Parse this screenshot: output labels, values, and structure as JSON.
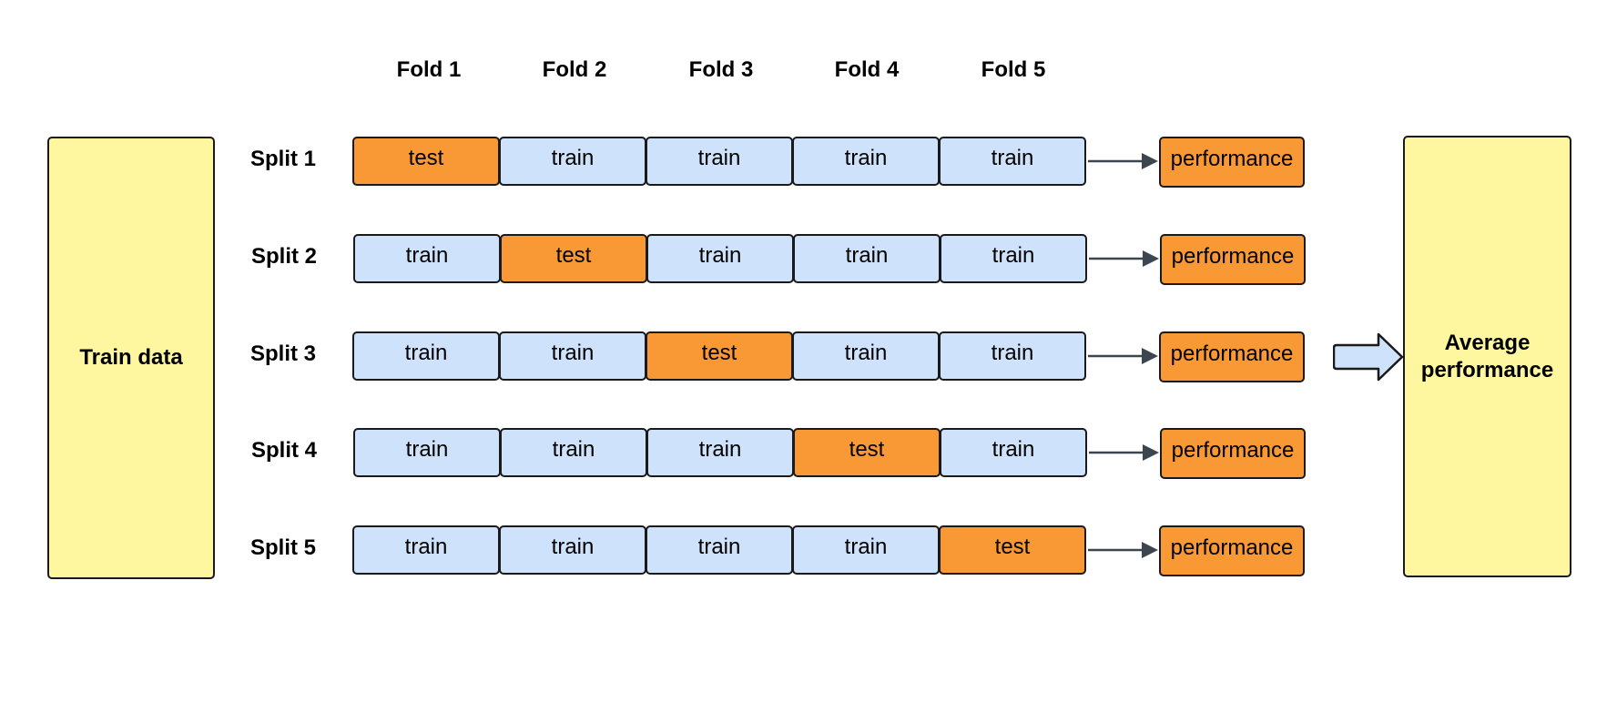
{
  "train_data_label": "Train data",
  "average_label": "Average performance",
  "folds": [
    "Fold 1",
    "Fold 2",
    "Fold 3",
    "Fold 4",
    "Fold 5"
  ],
  "splits": [
    {
      "label": "Split 1",
      "cells": [
        "test",
        "train",
        "train",
        "train",
        "train"
      ],
      "result": "performance"
    },
    {
      "label": "Split 2",
      "cells": [
        "train",
        "test",
        "train",
        "train",
        "train"
      ],
      "result": "performance"
    },
    {
      "label": "Split 3",
      "cells": [
        "train",
        "train",
        "test",
        "train",
        "train"
      ],
      "result": "performance"
    },
    {
      "label": "Split 4",
      "cells": [
        "train",
        "train",
        "train",
        "test",
        "train"
      ],
      "result": "performance"
    },
    {
      "label": "Split 5",
      "cells": [
        "train",
        "train",
        "train",
        "train",
        "test"
      ],
      "result": "performance"
    }
  ],
  "colors": {
    "train": "#cfe2fb",
    "test": "#f89936",
    "data_box": "#fef79f",
    "arrow": "#3d4650"
  }
}
